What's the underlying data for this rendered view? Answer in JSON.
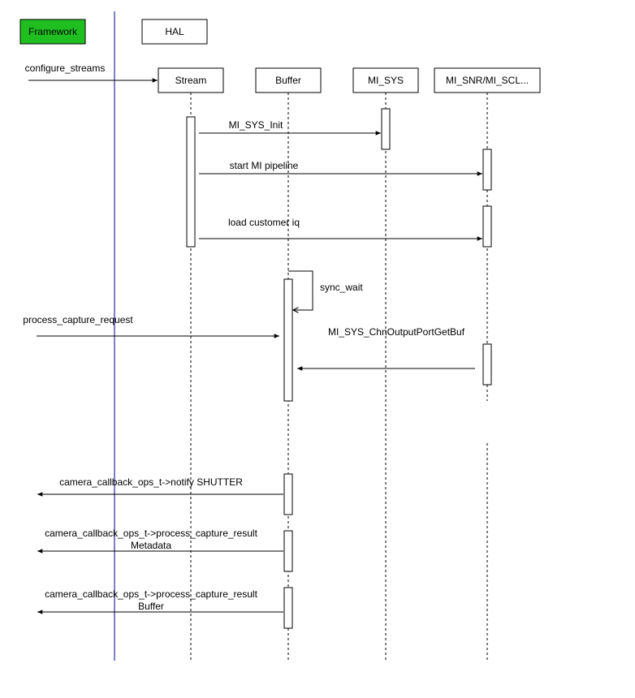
{
  "framework": {
    "label": "Framework",
    "fill": "#1fbf1f"
  },
  "hal": {
    "label": "HAL"
  },
  "participants": [
    {
      "key": "stream",
      "label": "Stream"
    },
    {
      "key": "buffer",
      "label": "Buffer"
    },
    {
      "key": "mi_sys",
      "label": "MI_SYS"
    },
    {
      "key": "mi_snr",
      "label": "MI_SNR/MI_SCL..."
    }
  ],
  "messages": [
    {
      "key": "configure-streams",
      "text": "configure_streams"
    },
    {
      "key": "mi-sys-init",
      "text": "MI_SYS_Init"
    },
    {
      "key": "start-mi-pipeline",
      "text": "start MI pipeline"
    },
    {
      "key": "load-customer-iq",
      "text": "load customer iq"
    },
    {
      "key": "sync-wait",
      "text": "sync_wait"
    },
    {
      "key": "process-capture-request",
      "text": "process_capture_request"
    },
    {
      "key": "chn-output-port-get-buf",
      "text": "MI_SYS_ChnOutputPortGetBuf"
    },
    {
      "key": "notify-shutter",
      "text": "camera_callback_ops_t->notify SHUTTER"
    },
    {
      "key": "capture-result-metadata",
      "text": "camera_callback_ops_t->process_capture_result",
      "text2": "Metadata"
    },
    {
      "key": "capture-result-buffer",
      "text": "camera_callback_ops_t->process_capture_result",
      "text2": "Buffer"
    }
  ],
  "colors": {
    "framework_line": "#00007f",
    "stroke": "#000000",
    "background": "#ffffff"
  }
}
